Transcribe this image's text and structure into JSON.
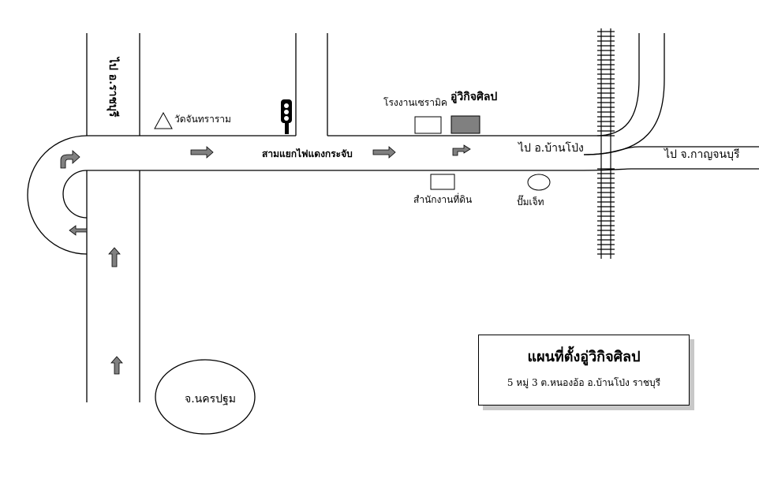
{
  "labels": {
    "to_ratchaburi": "ไป อ.ราชบุรี",
    "wat": "วัดจันทราราม",
    "intersection": "สามแยกไฟแดงกระจับ",
    "ceramic_factory": "โรงงานเซรามิค",
    "shop": "อู่วิกิจศิลป",
    "to_ban_pong": "ไป อ.บ้านโป่ง",
    "to_kanchanaburi": "ไป จ.กาญจนบุรี",
    "land_office": "สำนักงานที่ดิน",
    "gas_station": "ปั๊มเจ็ท",
    "nakhon_pathom": "จ.นครปฐม"
  },
  "legend": {
    "title": "แผนที่ตั้งอู่วิกิจศิลป",
    "address": "5 หมู่ 3 ต.หนองอ้อ อ.บ้านโป่ง ราชบุรี"
  },
  "colors": {
    "road_line": "#000000",
    "arrow_fill": "#808080",
    "shop_fill": "#808080",
    "shadow": "#c8c8c8"
  },
  "icons": [
    "traffic-light-icon",
    "temple-triangle-icon",
    "direction-arrow-icon"
  ]
}
